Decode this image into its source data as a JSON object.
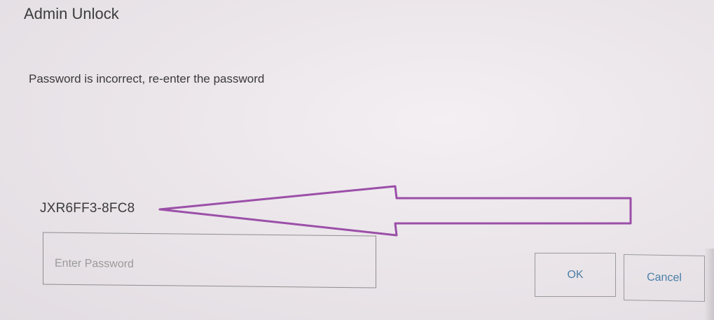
{
  "dialog": {
    "title": "Admin Unlock",
    "message": "Password is incorrect, re-enter the password",
    "code": "JXR6FF3-8FC8",
    "password_field": {
      "placeholder": "Enter Password",
      "value": ""
    },
    "buttons": {
      "ok_label": "OK",
      "cancel_label": "Cancel"
    }
  },
  "annotation": {
    "arrow_color": "#9b4fa8",
    "arrow_points_to": "code"
  },
  "colors": {
    "button_text": "#4a7fa6",
    "text": "#3a3a3a"
  }
}
